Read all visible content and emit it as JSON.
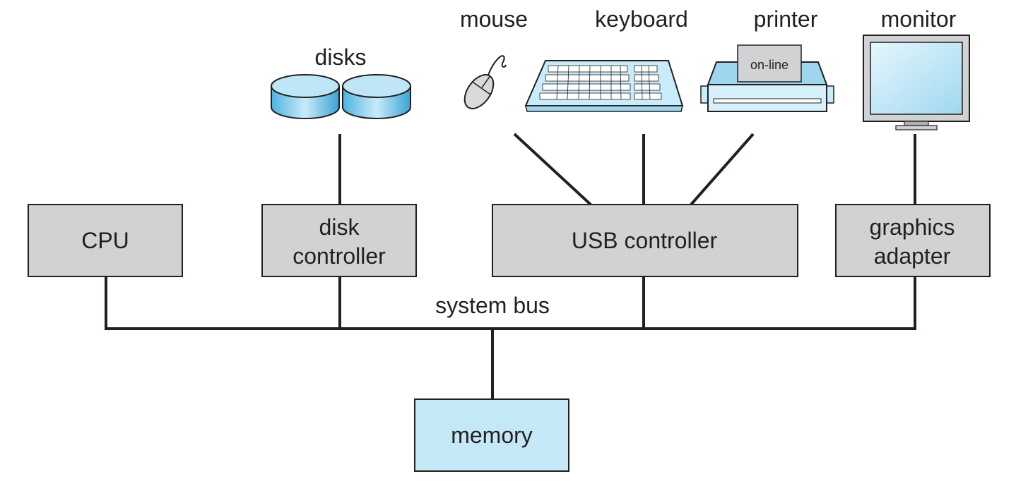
{
  "devices": {
    "disks": "disks",
    "mouse": "mouse",
    "keyboard": "keyboard",
    "printer": "printer",
    "printer_display": "on-line",
    "monitor": "monitor"
  },
  "controllers": {
    "cpu": "CPU",
    "disk_line1": "disk",
    "disk_line2": "controller",
    "usb": "USB controller",
    "graphics_line1": "graphics",
    "graphics_line2": "adapter"
  },
  "bus": {
    "label": "system bus"
  },
  "memory": {
    "label": "memory"
  },
  "colors": {
    "controller_fill": "#d1d2d4",
    "memory_fill": "#c5e8f7",
    "device_blue": "#7fcbea",
    "line": "#231f20"
  }
}
